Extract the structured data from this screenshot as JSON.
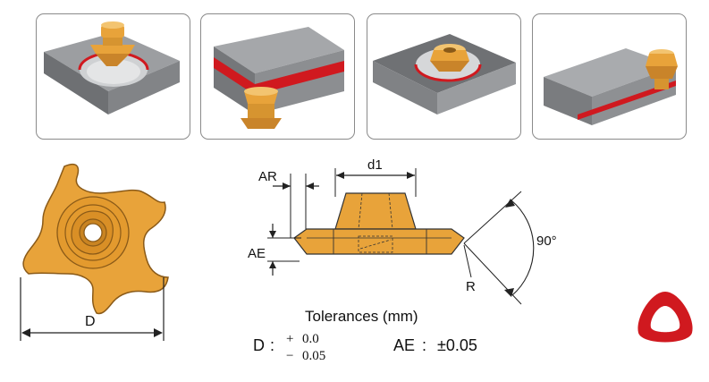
{
  "diagram": {
    "labels": {
      "d1": "d1",
      "ar": "AR",
      "ae": "AE",
      "angle": "90°",
      "radius": "R",
      "diameter": "D"
    },
    "tolerances": {
      "title": "Tolerances (mm)",
      "d": {
        "name": "D",
        "separator": ":",
        "upper_sign": "+",
        "upper_value": "0.0",
        "lower_sign": "−",
        "lower_value": "0.05"
      },
      "ae": {
        "name": "AE",
        "separator": ":",
        "value": "±0.05"
      }
    },
    "colors": {
      "insert_gold": "#E8A33A",
      "insert_dark": "#B8741A",
      "groove_red": "#D0191F",
      "block_gray": "#8f9194",
      "frame_gray": "#8a8a8a"
    },
    "icons": {
      "thumbnails": [
        "face-groove-thumbnail",
        "side-slot-thumbnail",
        "internal-groove-thumbnail",
        "edge-slot-thumbnail"
      ],
      "shape_symbol": "trigon-shape-icon"
    }
  }
}
